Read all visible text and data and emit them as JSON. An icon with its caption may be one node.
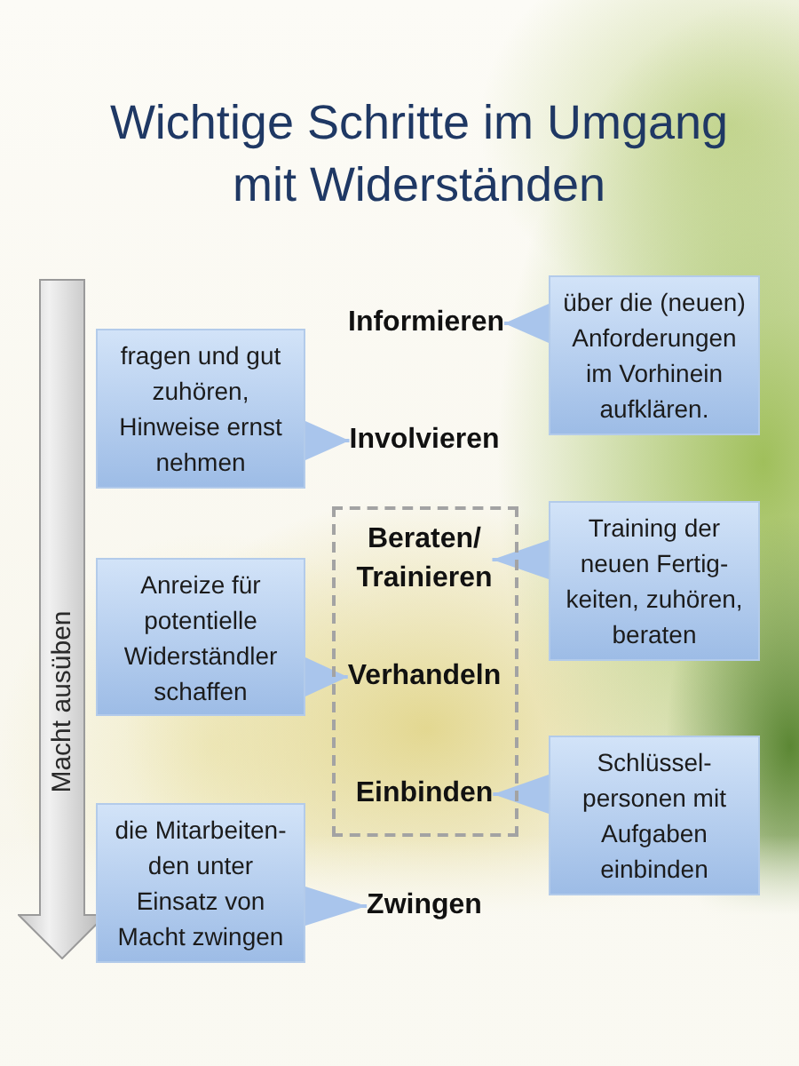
{
  "diagram": {
    "title": "Wichtige Schritte im Umgang mit Widerständen",
    "nodes": [
      {
        "text": [
          "Macht ausüben"
        ]
      },
      {
        "text": [
          "Informieren"
        ]
      },
      {
        "text": [
          "über die (neuen) Anforderungen im Vorhinein aufklären."
        ]
      },
      {
        "text": [
          "fragen und gut zuhören, Hinweise ernst nehmen"
        ]
      },
      {
        "text": [
          "Involvieren"
        ]
      },
      {
        "text": [],
        "shape": "box"
      },
      {
        "text": [
          "Beraten/ Trainieren"
        ],
        "in": 5
      },
      {
        "text": [
          "Training der neuen Fertig- keiten, zuhören, beraten"
        ]
      },
      {
        "text": [
          "Anreize für potentielle Widerständler schaffen"
        ]
      },
      {
        "text": [
          "Verhandeln"
        ],
        "in": 5
      },
      {
        "text": [
          "Einbinden"
        ],
        "in": 5
      },
      {
        "text": [
          "Schlüssel- personen mit Aufgaben einbinden"
        ]
      },
      {
        "text": [
          "die Mitarbeiten- den unter Einsatz von Macht zwingen"
        ]
      },
      {
        "text": [
          "Zwingen"
        ]
      }
    ],
    "edges": [
      {
        "from": 2,
        "to": 1,
        "arrow": "to"
      },
      {
        "from": 3,
        "to": 4,
        "arrow": "to"
      },
      {
        "from": 7,
        "to": 6,
        "arrow": "to"
      },
      {
        "from": 8,
        "to": 9,
        "arrow": "to"
      },
      {
        "from": 11,
        "to": 10,
        "arrow": "to"
      },
      {
        "from": 12,
        "to": 13,
        "arrow": "to"
      }
    ]
  }
}
